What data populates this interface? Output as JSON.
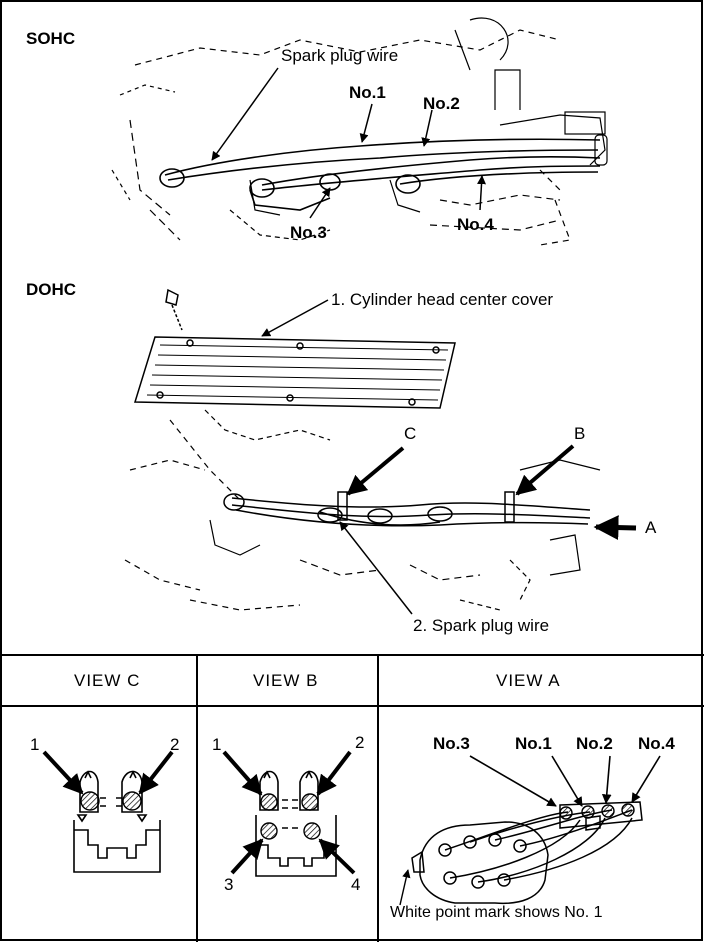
{
  "sohc": {
    "title": "SOHC",
    "spark_plug_wire": "Spark plug wire",
    "no1": "No.1",
    "no2": "No.2",
    "no3": "No.3",
    "no4": "No.4"
  },
  "dohc": {
    "title": "DOHC",
    "cover_label": "1. Cylinder head center cover",
    "wire_label": "2. Spark plug wire",
    "c": "C",
    "b": "B",
    "a": "A"
  },
  "views": {
    "c": {
      "title": "VIEW C",
      "n1": "1",
      "n2": "2"
    },
    "b": {
      "title": "VIEW B",
      "n1": "1",
      "n2": "2",
      "n3": "3",
      "n4": "4"
    },
    "a": {
      "title": "VIEW A",
      "no3": "No.3",
      "no1": "No.1",
      "no2": "No.2",
      "no4": "No.4",
      "note": "White point mark shows No. 1"
    }
  }
}
